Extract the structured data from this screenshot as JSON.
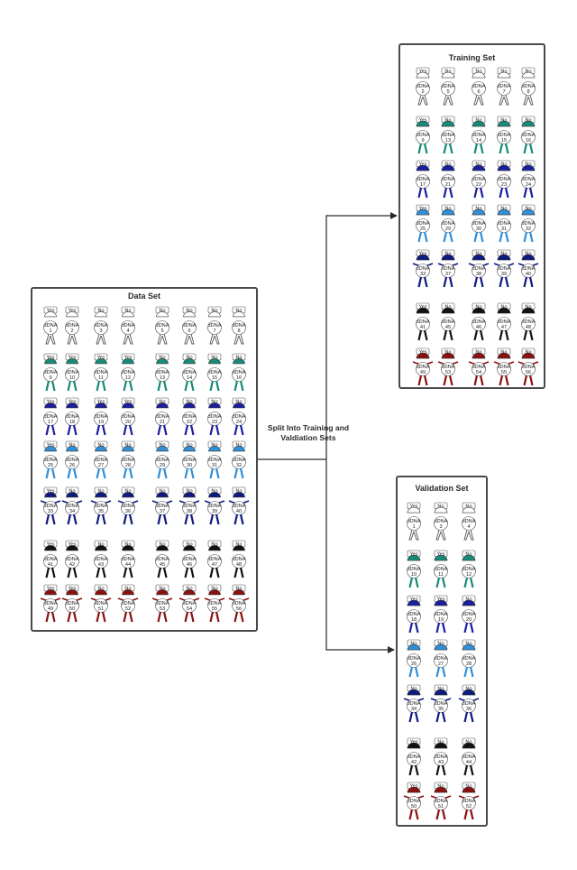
{
  "split_label": "Split Into Training and Valdiation Sets",
  "colors": {
    "white": {
      "head": "#ffffff",
      "legs": "#666666"
    },
    "teal": {
      "head": "#178a78",
      "legs": "#178a78"
    },
    "navy_small": {
      "head": "#1b1f9e",
      "legs": "#1b1f9e"
    },
    "blue": {
      "head": "#2f8fd8",
      "legs": "#2f8fd8"
    },
    "navy": {
      "head": "#0d1a80",
      "legs": "#0d1a80"
    },
    "black": {
      "head": "#111111",
      "legs": "#111111"
    },
    "red": {
      "head": "#8b1010",
      "legs": "#8b1010"
    }
  },
  "panels": [
    {
      "id": "data-set",
      "title": "Data Set",
      "rows": [
        {
          "color": "white",
          "figures": [
            {
              "tag": "Yes",
              "label": "1"
            },
            {
              "tag": "Yes",
              "label": "2"
            },
            {
              "tag": "No",
              "label": "3"
            },
            {
              "tag": "No",
              "label": "4"
            },
            {
              "tag": "No",
              "label": "5"
            },
            {
              "tag": "No",
              "label": "6"
            },
            {
              "tag": "No",
              "label": "7"
            },
            {
              "tag": "No",
              "label": "8"
            }
          ]
        },
        {
          "color": "teal",
          "figures": [
            {
              "tag": "Yes",
              "label": "9"
            },
            {
              "tag": "Yes",
              "label": "10"
            },
            {
              "tag": "Yes",
              "label": "11"
            },
            {
              "tag": "Yes",
              "label": "12"
            },
            {
              "tag": "No",
              "label": "13"
            },
            {
              "tag": "No",
              "label": "14"
            },
            {
              "tag": "No",
              "label": "15"
            },
            {
              "tag": "No",
              "label": "16"
            }
          ]
        },
        {
          "color": "navy_small",
          "figures": [
            {
              "tag": "Yes",
              "label": "17"
            },
            {
              "tag": "Yes",
              "label": "18"
            },
            {
              "tag": "Yes",
              "label": "19"
            },
            {
              "tag": "Yes",
              "label": "20"
            },
            {
              "tag": "No",
              "label": "21"
            },
            {
              "tag": "No",
              "label": "22"
            },
            {
              "tag": "No",
              "label": "23"
            },
            {
              "tag": "No",
              "label": "24"
            }
          ]
        },
        {
          "color": "blue",
          "figures": [
            {
              "tag": "Yes",
              "label": "25"
            },
            {
              "tag": "No",
              "label": "26"
            },
            {
              "tag": "No",
              "label": "27"
            },
            {
              "tag": "No",
              "label": "28"
            },
            {
              "tag": "No",
              "label": "29"
            },
            {
              "tag": "No",
              "label": "30"
            },
            {
              "tag": "No",
              "label": "31"
            },
            {
              "tag": "No",
              "label": "32"
            }
          ]
        },
        {
          "color": "navy",
          "figures": [
            {
              "tag": "Yes",
              "label": "33"
            },
            {
              "tag": "No",
              "label": "34"
            },
            {
              "tag": "No",
              "label": "35"
            },
            {
              "tag": "No",
              "label": "36"
            },
            {
              "tag": "No",
              "label": "37"
            },
            {
              "tag": "No",
              "label": "38"
            },
            {
              "tag": "No",
              "label": "39"
            },
            {
              "tag": "No",
              "label": "40"
            }
          ]
        },
        {
          "color": "black",
          "figures": [
            {
              "tag": "Yes",
              "label": "41"
            },
            {
              "tag": "Yes",
              "label": "42"
            },
            {
              "tag": "No",
              "label": "43"
            },
            {
              "tag": "No",
              "label": "44"
            },
            {
              "tag": "No",
              "label": "45"
            },
            {
              "tag": "No",
              "label": "46"
            },
            {
              "tag": "No",
              "label": "47"
            },
            {
              "tag": "No",
              "label": "48"
            }
          ]
        },
        {
          "color": "red",
          "figures": [
            {
              "tag": "Yes",
              "label": "49"
            },
            {
              "tag": "Yes",
              "label": "50"
            },
            {
              "tag": "No",
              "label": "51"
            },
            {
              "tag": "No",
              "label": "52"
            },
            {
              "tag": "No",
              "label": "53"
            },
            {
              "tag": "No",
              "label": "54"
            },
            {
              "tag": "No",
              "label": "55"
            },
            {
              "tag": "No",
              "label": "56"
            }
          ]
        }
      ]
    },
    {
      "id": "training-set",
      "title": "Training Set",
      "rows": [
        {
          "color": "white",
          "figures": [
            {
              "tag": "Yes",
              "label": "2"
            },
            {
              "tag": "No",
              "label": "5"
            },
            {
              "tag": "No",
              "label": "6"
            },
            {
              "tag": "No",
              "label": "7"
            },
            {
              "tag": "No",
              "label": "8"
            }
          ]
        },
        {
          "color": "teal",
          "figures": [
            {
              "tag": "Yes",
              "label": "9"
            },
            {
              "tag": "No",
              "label": "13"
            },
            {
              "tag": "No",
              "label": "14"
            },
            {
              "tag": "No",
              "label": "15"
            },
            {
              "tag": "No",
              "label": "16"
            }
          ]
        },
        {
          "color": "navy_small",
          "figures": [
            {
              "tag": "Yes",
              "label": "17"
            },
            {
              "tag": "No",
              "label": "21"
            },
            {
              "tag": "No",
              "label": "22"
            },
            {
              "tag": "No",
              "label": "23"
            },
            {
              "tag": "No",
              "label": "24"
            }
          ]
        },
        {
          "color": "blue",
          "figures": [
            {
              "tag": "Yes",
              "label": "25"
            },
            {
              "tag": "No",
              "label": "29"
            },
            {
              "tag": "No",
              "label": "30"
            },
            {
              "tag": "No",
              "label": "31"
            },
            {
              "tag": "No",
              "label": "32"
            }
          ]
        },
        {
          "color": "navy",
          "figures": [
            {
              "tag": "Yes",
              "label": "33"
            },
            {
              "tag": "No",
              "label": "37"
            },
            {
              "tag": "No",
              "label": "38"
            },
            {
              "tag": "No",
              "label": "39"
            },
            {
              "tag": "No",
              "label": "40"
            }
          ]
        },
        {
          "color": "black",
          "figures": [
            {
              "tag": "Yes",
              "label": "41"
            },
            {
              "tag": "No",
              "label": "45"
            },
            {
              "tag": "No",
              "label": "46"
            },
            {
              "tag": "No",
              "label": "47"
            },
            {
              "tag": "No",
              "label": "48"
            }
          ]
        },
        {
          "color": "red",
          "figures": [
            {
              "tag": "Yes",
              "label": "49"
            },
            {
              "tag": "No",
              "label": "53"
            },
            {
              "tag": "No",
              "label": "54"
            },
            {
              "tag": "No",
              "label": "55"
            },
            {
              "tag": "No",
              "label": "56"
            }
          ]
        }
      ]
    },
    {
      "id": "validation-set",
      "title": "Validation Set",
      "rows": [
        {
          "color": "white",
          "figures": [
            {
              "tag": "Yes",
              "label": "1"
            },
            {
              "tag": "No",
              "label": "3"
            },
            {
              "tag": "No",
              "label": "4"
            }
          ]
        },
        {
          "color": "teal",
          "figures": [
            {
              "tag": "Yes",
              "label": "10"
            },
            {
              "tag": "Yes",
              "label": "11"
            },
            {
              "tag": "No",
              "label": "12"
            }
          ]
        },
        {
          "color": "navy_small",
          "figures": [
            {
              "tag": "Yes",
              "label": "18"
            },
            {
              "tag": "Yes",
              "label": "19"
            },
            {
              "tag": "No",
              "label": "20"
            }
          ]
        },
        {
          "color": "blue",
          "figures": [
            {
              "tag": "No",
              "label": "26"
            },
            {
              "tag": "No",
              "label": "27"
            },
            {
              "tag": "No",
              "label": "28"
            }
          ]
        },
        {
          "color": "navy",
          "figures": [
            {
              "tag": "No",
              "label": "34"
            },
            {
              "tag": "No",
              "label": "35"
            },
            {
              "tag": "No",
              "label": "36"
            }
          ]
        },
        {
          "color": "black",
          "figures": [
            {
              "tag": "Yes",
              "label": "42"
            },
            {
              "tag": "No",
              "label": "43"
            },
            {
              "tag": "No",
              "label": "44"
            }
          ]
        },
        {
          "color": "red",
          "figures": [
            {
              "tag": "Yes",
              "label": "50"
            },
            {
              "tag": "No",
              "label": "51"
            },
            {
              "tag": "No",
              "label": "52"
            }
          ]
        }
      ]
    }
  ],
  "figure_text": "dDNA"
}
